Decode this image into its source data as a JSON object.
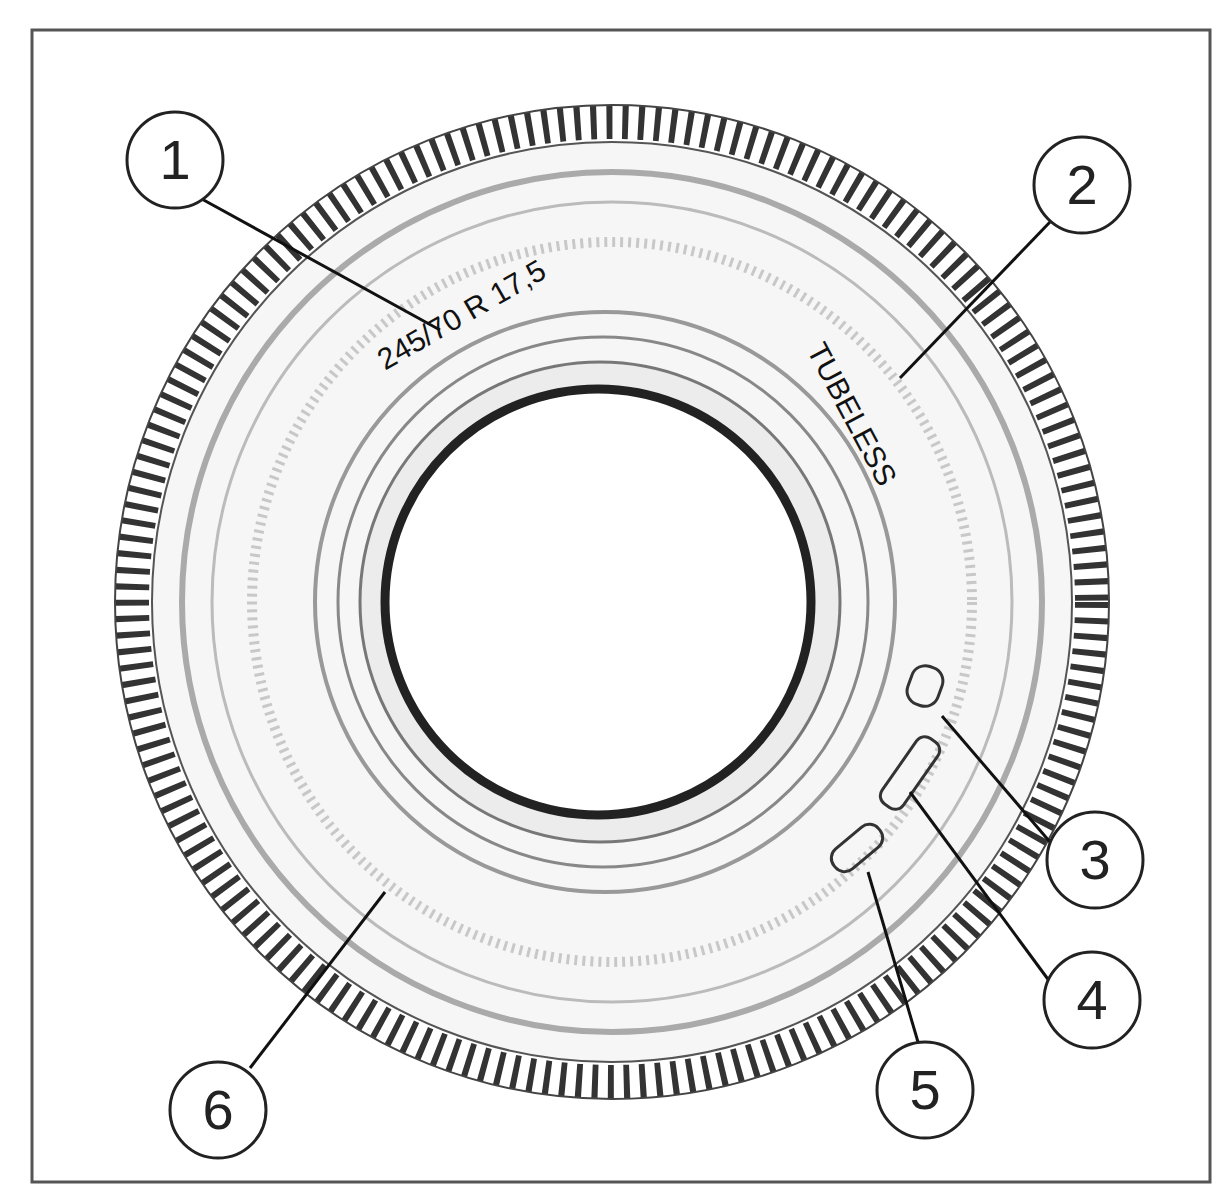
{
  "diagram": {
    "nodes": [
      {
        "text": [
          "1"
        ]
      },
      {
        "text": [
          "2"
        ]
      },
      {
        "text": [
          "3"
        ]
      },
      {
        "text": [
          "4"
        ]
      },
      {
        "text": [
          "5"
        ]
      },
      {
        "text": [
          "6"
        ]
      }
    ],
    "labels": [
      "245/70 R 17,5",
      "TUBELESS"
    ]
  }
}
